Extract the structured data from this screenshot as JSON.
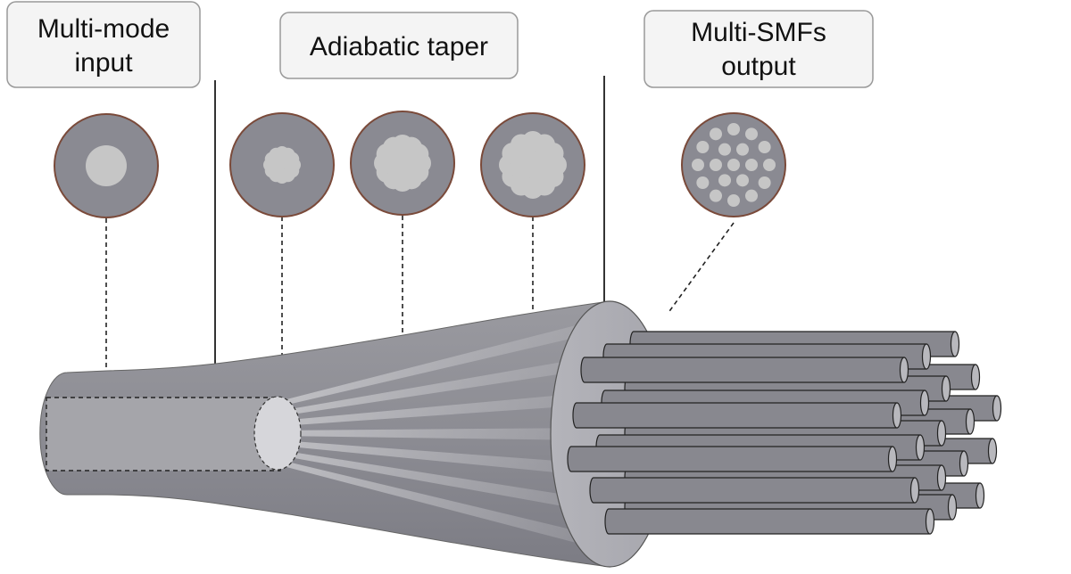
{
  "labels": {
    "input_line1": "Multi-mode",
    "input_line2": "input",
    "taper": "Adiabatic taper",
    "output_line1": "Multi-SMFs",
    "output_line2": "output"
  },
  "colors": {
    "cladding": "#8a8a92",
    "core": "#c6c6c6",
    "outline": "#7a4a3a",
    "fiber": "#88888f"
  }
}
